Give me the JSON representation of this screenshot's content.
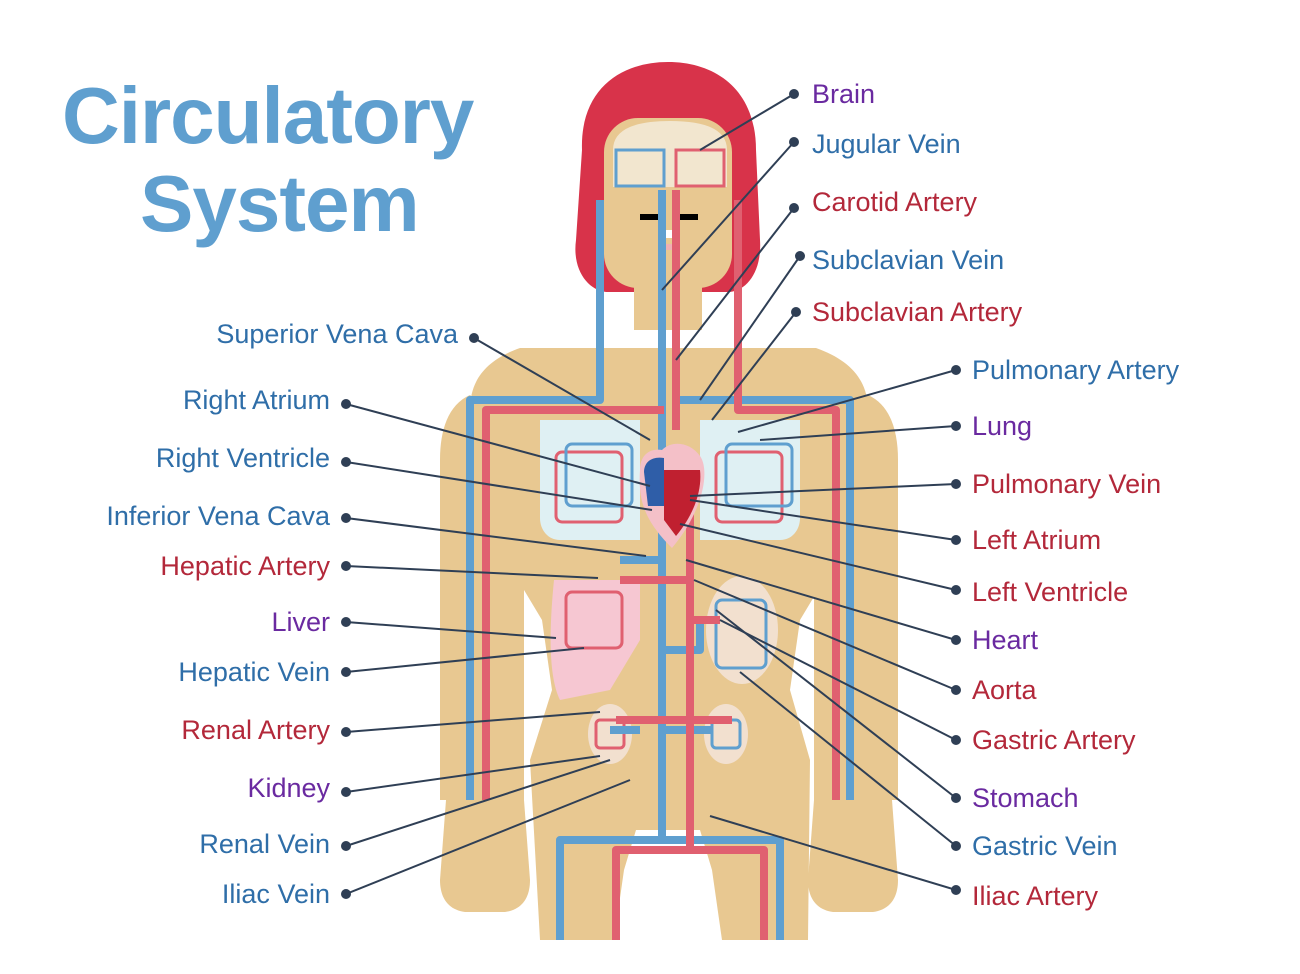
{
  "title": {
    "line1": "Circulatory",
    "line2": "System"
  },
  "colors": {
    "vein": "#2f6ea8",
    "artery": "#b3283a",
    "organ": "#6a2aa0",
    "skin": "#e8c891",
    "hair": "#d8334a",
    "title": "#5f9fcf"
  },
  "labels": {
    "brain": "Brain",
    "jugular_vein": "Jugular Vein",
    "carotid_artery": "Carotid Artery",
    "subclavian_vein": "Subclavian Vein",
    "subclavian_artery": "Subclavian Artery",
    "superior_vena_cava": "Superior Vena Cava",
    "pulmonary_artery": "Pulmonary Artery",
    "right_atrium": "Right Atrium",
    "lung": "Lung",
    "right_ventricle": "Right Ventricle",
    "pulmonary_vein": "Pulmonary Vein",
    "inferior_vena_cava": "Inferior Vena Cava",
    "left_atrium": "Left Atrium",
    "hepatic_artery": "Hepatic Artery",
    "left_ventricle": "Left Ventricle",
    "liver": "Liver",
    "heart": "Heart",
    "hepatic_vein": "Hepatic Vein",
    "aorta": "Aorta",
    "renal_artery": "Renal Artery",
    "gastric_artery": "Gastric Artery",
    "kidney": "Kidney",
    "stomach": "Stomach",
    "renal_vein": "Renal Vein",
    "gastric_vein": "Gastric Vein",
    "iliac_vein": "Iliac Vein",
    "iliac_artery": "Iliac Artery"
  }
}
